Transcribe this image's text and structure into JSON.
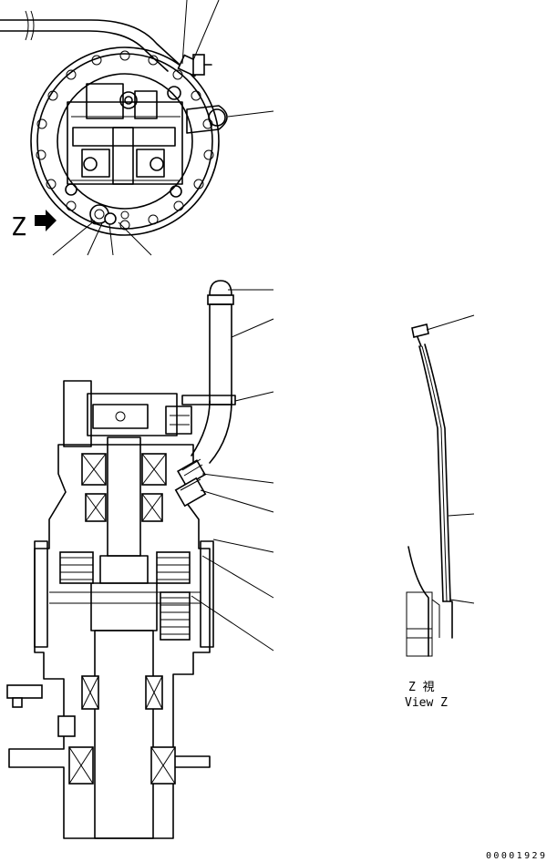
{
  "view_marker": {
    "letter": "Z",
    "arrow_icon": "arrow-right-icon"
  },
  "view_caption": {
    "japanese": "Z  視",
    "english": "View Z"
  },
  "drawing_number": "00001929"
}
